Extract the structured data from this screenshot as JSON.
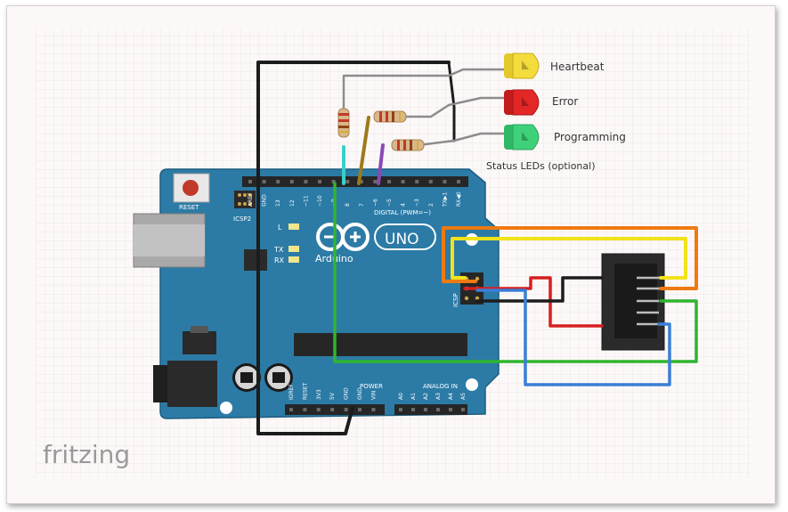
{
  "leds": [
    {
      "label": "Heartbeat",
      "color": "#f3dc3c"
    },
    {
      "label": "Error",
      "color": "#e32626"
    },
    {
      "label": "Programming",
      "color": "#3fd17a"
    }
  ],
  "leds_caption": "Status LEDs (optional)",
  "board": {
    "reset_label": "RESET",
    "icsp2_label": "ICSP2",
    "icsp_label": "ICSP",
    "l_label": "L",
    "tx_label": "TX",
    "rx_label": "RX",
    "uno_label": "UNO",
    "arduino_label": "Arduino",
    "digital_label": "DIGITAL (PWM=~)",
    "power_label": "POWER",
    "analog_label": "ANALOG IN",
    "digital_pins": [
      "AREF",
      "GND",
      "13",
      "12",
      "~11",
      "~10",
      "~9",
      "8",
      "7",
      "~6",
      "~5",
      "4",
      "~3",
      "2",
      "TX▶1",
      "RX◀0"
    ],
    "power_pins": [
      "IOREF",
      "RESET",
      "3V3",
      "5V",
      "GND",
      "GND",
      "VIN"
    ],
    "analog_pins": [
      "A0",
      "A1",
      "A2",
      "A3",
      "A4",
      "A5"
    ],
    "color": "#2c7ba6"
  },
  "logo": "fritzing"
}
